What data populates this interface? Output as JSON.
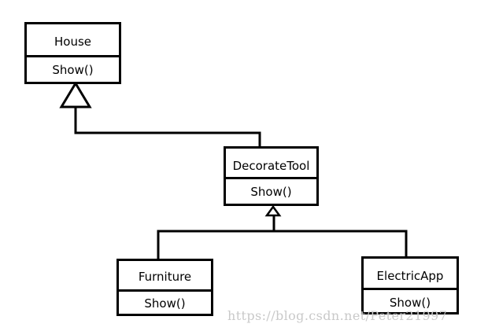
{
  "diagram": {
    "classes": [
      {
        "id": "house",
        "name": "House",
        "method": "Show()"
      },
      {
        "id": "decorate-tool",
        "name": "DecorateTool",
        "method": "Show()"
      },
      {
        "id": "furniture",
        "name": "Furniture",
        "method": "Show()"
      },
      {
        "id": "electric-app",
        "name": "ElectricApp",
        "method": "Show()"
      }
    ],
    "relations": [
      {
        "type": "generalization",
        "from": "decorate-tool",
        "to": "house"
      },
      {
        "type": "generalization",
        "from": "furniture",
        "to": "decorate-tool"
      },
      {
        "type": "generalization",
        "from": "electric-app",
        "to": "decorate-tool"
      }
    ]
  },
  "watermark": "https://blog.csdn.net/Peter21997"
}
